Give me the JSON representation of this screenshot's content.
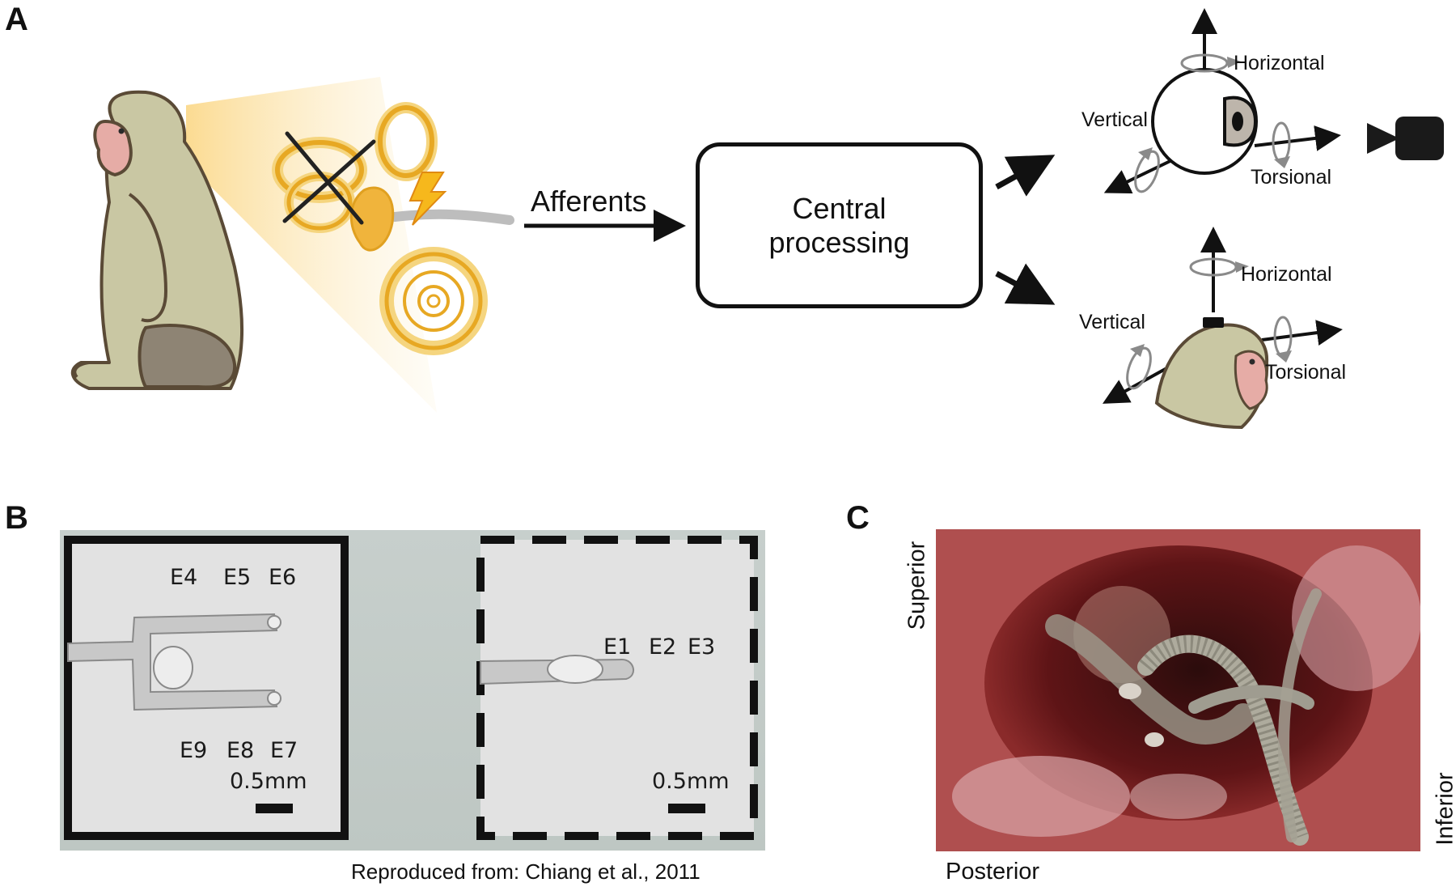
{
  "panels": {
    "a": "A",
    "b": "B",
    "c": "C"
  },
  "panel_a": {
    "afferents_label": "Afferents",
    "central_processing_line1": "Central",
    "central_processing_line2": "processing",
    "eye": {
      "horizontal": "Horizontal",
      "vertical": "Vertical",
      "torsional": "Torsional"
    },
    "head": {
      "horizontal": "Horizontal",
      "vertical": "Vertical",
      "torsional": "Torsional"
    },
    "icons": [
      "monkey-icon",
      "inner-ear-icon",
      "lightning-icon",
      "eye-icon",
      "camera-icon",
      "monkey-head-icon"
    ]
  },
  "panel_b": {
    "left_electrodes_top": [
      "E4",
      "E5",
      "E6"
    ],
    "left_electrodes_bottom": [
      "E9",
      "E8",
      "E7"
    ],
    "right_electrodes": [
      "E1",
      "E2",
      "E3"
    ],
    "scale_left": "0.5mm",
    "scale_right": "0.5mm",
    "credit": "Reproduced from: Chiang et al., 2011"
  },
  "panel_c": {
    "superior": "Superior",
    "inferior": "Inferior",
    "posterior": "Posterior"
  },
  "colors": {
    "ear": "#f0b43c",
    "cone": "#fbe3a6",
    "monkey_fur": "#c9c7a3",
    "monkey_face": "#e6aca6",
    "arrow": "#111111",
    "rotation_arrow": "#8a8a8a"
  }
}
